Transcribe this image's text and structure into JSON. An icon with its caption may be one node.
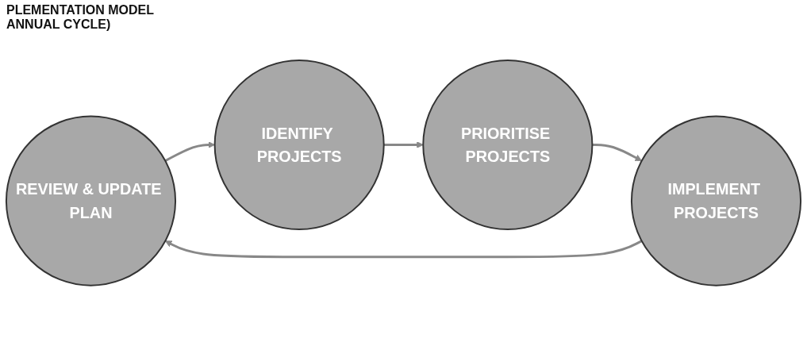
{
  "diagram": {
    "title": "PLEMENTATION MODEL ANNUAL CYCLE)",
    "nodes": [
      {
        "text": [
          "REVIEW & UPDATE PLAN"
        ]
      },
      {
        "text": [
          "IDENTIFY PROJECTS"
        ]
      },
      {
        "text": [
          "PRIORITISE PROJECTS"
        ]
      },
      {
        "text": [
          "IMPLEMENT PROJECTS"
        ]
      }
    ],
    "edges": [
      {
        "from": 0,
        "to": 1,
        "arrow": "to"
      },
      {
        "from": 1,
        "to": 2,
        "arrow": "to"
      },
      {
        "from": 2,
        "to": 3,
        "arrow": "to"
      },
      {
        "from": 3,
        "to": 0,
        "arrow": "to"
      }
    ]
  }
}
